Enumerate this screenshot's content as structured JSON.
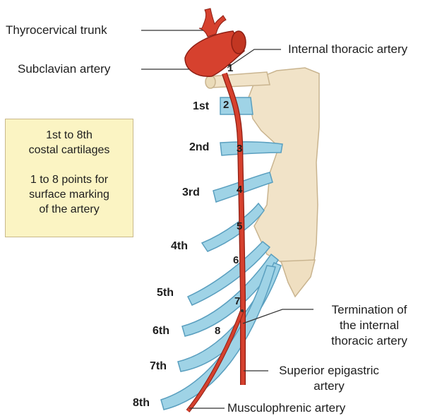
{
  "labels": {
    "thyrocervical": "Thyrocervical trunk",
    "subclavian": "Subclavian artery",
    "internal_thoracic": "Internal thoracic artery",
    "termination": [
      "Termination of",
      "the internal",
      "thoracic artery"
    ],
    "superior_epigastric": [
      "Superior epigastric",
      "artery"
    ],
    "musculophrenic": "Musculophrenic artery"
  },
  "note": {
    "lines_a": [
      "1st to 8th",
      "costal cartilages"
    ],
    "lines_b": [
      "1 to 8 points for",
      "surface marking",
      "of the artery"
    ]
  },
  "ribs": [
    "1st",
    "2nd",
    "3rd",
    "4th",
    "5th",
    "6th",
    "7th",
    "8th"
  ],
  "points": [
    "1",
    "2",
    "3",
    "4",
    "5",
    "6",
    "7",
    "8"
  ],
  "colors": {
    "artery": "#d6412e",
    "artery_dark": "#8e1f14",
    "cartilage": "#9fd3e6",
    "cartilage_edge": "#5a9fbf",
    "sternum": "#f1e3c8",
    "sternum_edge": "#c9b48f",
    "note_bg": "#fbf4c3"
  }
}
